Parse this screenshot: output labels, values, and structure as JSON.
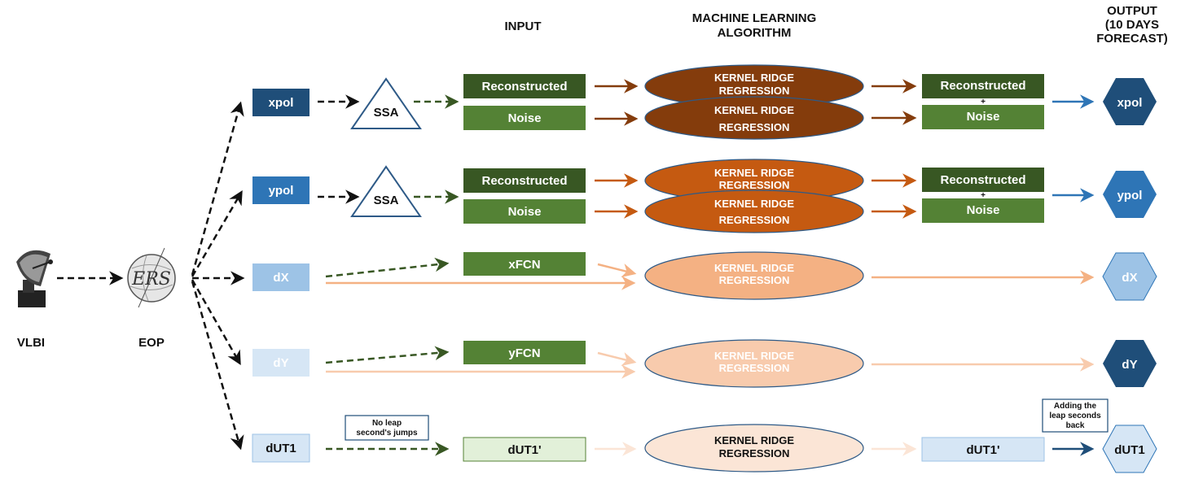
{
  "headers": {
    "input": "INPUT",
    "ml_line1": "MACHINE LEARNING",
    "ml_line2": "ALGORITHM",
    "out_line1": "OUTPUT",
    "out_line2": "(10 DAYS",
    "out_line3": "FORECAST)"
  },
  "sources": {
    "vlbi": "VLBI",
    "eop": "EOP",
    "eop_logo": "ERS"
  },
  "params": {
    "xpol": "xpol",
    "ypol": "ypol",
    "dx": "dX",
    "dy": "dY",
    "dut1": "dUT1"
  },
  "ssa": "SSA",
  "inputs": {
    "reconstructed": "Reconstructed",
    "noise": "Noise",
    "xfcn": "xFCN",
    "yfcn": "yFCN",
    "dut1p": "dUT1'"
  },
  "krr": {
    "line1": "KERNEL RIDGE",
    "line2": "REGRESSION"
  },
  "combine": {
    "reconstructed": "Reconstructed",
    "plus": "+",
    "noise": "Noise",
    "dut1p": "dUT1'"
  },
  "outputs": {
    "xpol": "xpol",
    "ypol": "ypol",
    "dx": "dX",
    "dy": "dY",
    "dut1": "dUT1"
  },
  "notes": {
    "leap_1": "No leap",
    "leap_2": "second's jumps",
    "add_1": "Adding the",
    "add_2": "leap seconds",
    "add_3": "back"
  },
  "colors": {
    "navy": "#1f4e79",
    "blue": "#2e75b6",
    "lightblue": "#9dc3e6",
    "paleblue": "#d6e6f5",
    "darkgreen": "#385723",
    "green": "#548235",
    "palegreen": "#e2f0d9",
    "brown": "#843c0c",
    "orange": "#c55a11",
    "peach": "#f4b183",
    "lightpeach": "#f8cbad",
    "palepeach": "#fbe5d6"
  },
  "icons": {
    "antenna": "radio-telescope-icon",
    "globe": "eop-globe-icon"
  }
}
